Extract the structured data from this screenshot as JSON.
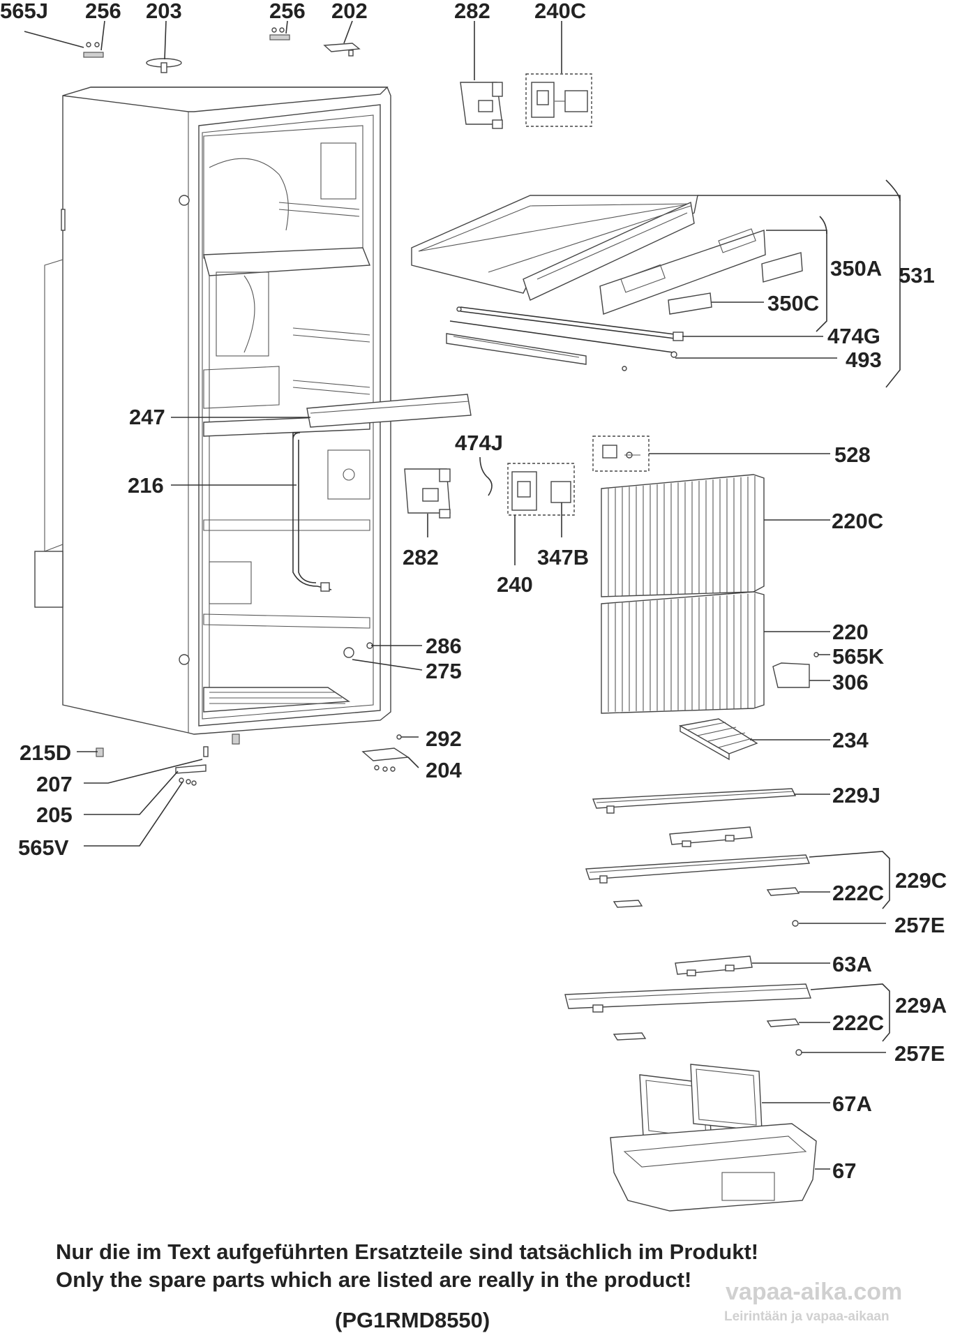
{
  "labels": {
    "p565J": "565J",
    "p256a": "256",
    "p203": "203",
    "p256b": "256",
    "p202": "202",
    "p282a": "282",
    "p240C": "240C",
    "p350A": "350A",
    "p531": "531",
    "p350C": "350C",
    "p474G": "474G",
    "p493": "493",
    "p247": "247",
    "p474J": "474J",
    "p528": "528",
    "p216": "216",
    "p220C": "220C",
    "p282b": "282",
    "p347B": "347B",
    "p240": "240",
    "p286": "286",
    "p220": "220",
    "p565K": "565K",
    "p275": "275",
    "p306": "306",
    "p292": "292",
    "p234": "234",
    "p215D": "215D",
    "p207": "207",
    "p204": "204",
    "p205": "205",
    "p565V": "565V",
    "p229J": "229J",
    "p229C": "229C",
    "p222C_a": "222C",
    "p257E_a": "257E",
    "p63A": "63A",
    "p229A": "229A",
    "p222C_b": "222C",
    "p257E_b": "257E",
    "p67A": "67A",
    "p67": "67"
  },
  "footer": {
    "line_de": "Nur die im Text aufgeführten Ersatzteile sind tatsächlich im Produkt!",
    "line_en": "Only the spare parts which are listed are really in the product!",
    "model": "(PG1RMD8550)"
  },
  "watermark": {
    "site": "vapaa-aika.com",
    "tagline": "Leirintään ja vapaa-aikaan"
  }
}
